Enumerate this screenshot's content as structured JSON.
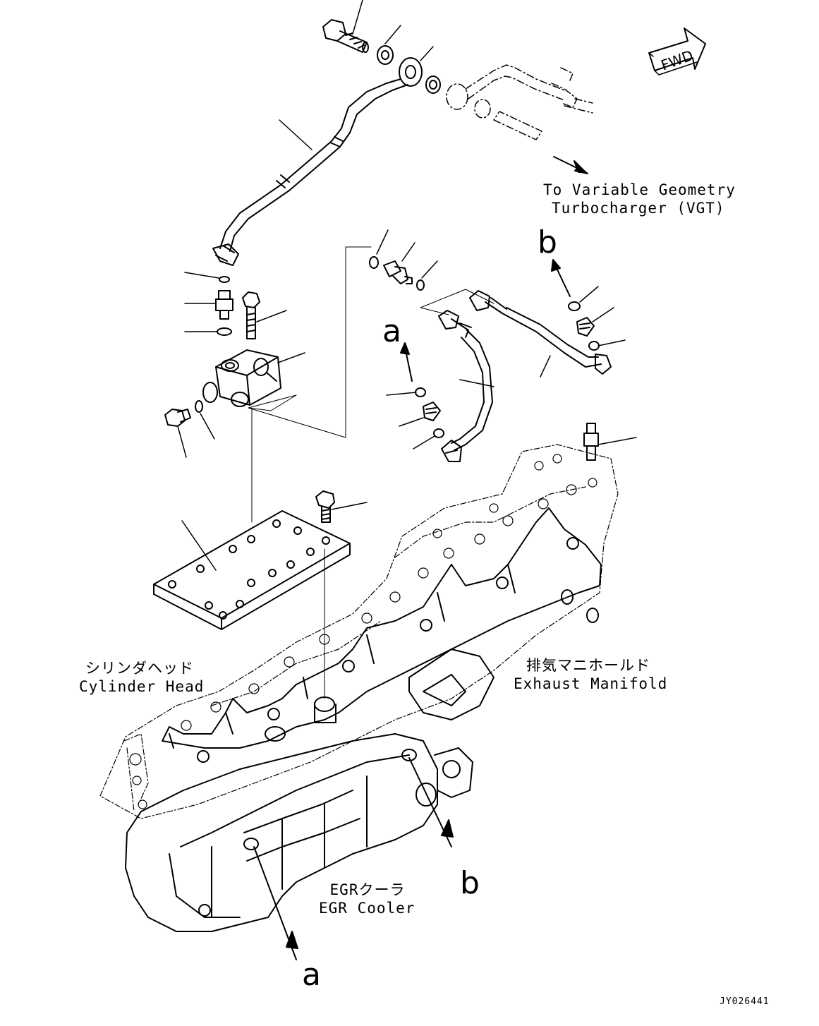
{
  "fwd_label": "FWD",
  "vgt_label": {
    "line1": "To Variable Geometry",
    "line2": "Turbocharger (VGT)"
  },
  "cylinder_head": {
    "jp": "シリンダヘッド",
    "en": "Cylinder Head"
  },
  "exhaust_manifold": {
    "jp": "排気マニホールド",
    "en": "Exhaust Manifold"
  },
  "egr_cooler": {
    "jp": "EGRクーラ",
    "en": "EGR Cooler"
  },
  "markers": {
    "a_upper": "a",
    "b_upper": "b",
    "a_lower": "a",
    "b_lower": "b"
  },
  "drawing_code": "JY026441",
  "colors": {
    "line": "#000000",
    "background": "#ffffff"
  }
}
